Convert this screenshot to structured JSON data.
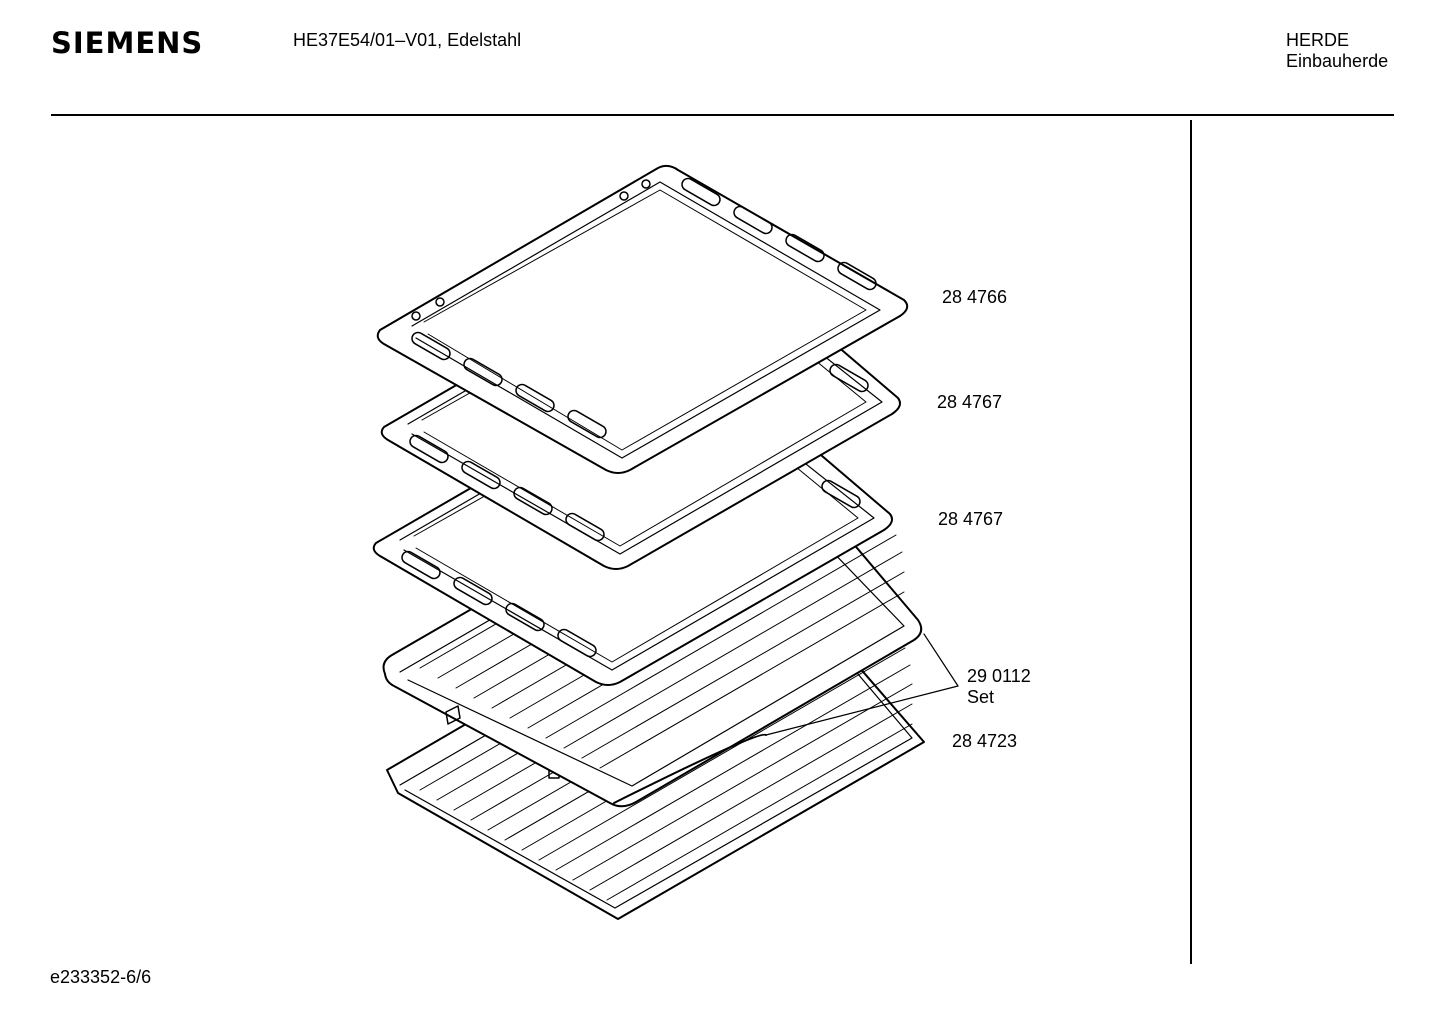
{
  "header": {
    "brand": "SIEMENS",
    "model": "HE37E54/01–V01, Edelstahl",
    "category": "HERDE",
    "subcategory": "Einbauherde"
  },
  "parts": [
    {
      "number": "28 4766",
      "label": ""
    },
    {
      "number": "28 4767",
      "label": ""
    },
    {
      "number": "28 4767",
      "label": ""
    },
    {
      "number": "29 0112",
      "label": "Set"
    },
    {
      "number": "28 4723",
      "label": ""
    }
  ],
  "footer": {
    "drawing_id": "e233352-6/6"
  }
}
